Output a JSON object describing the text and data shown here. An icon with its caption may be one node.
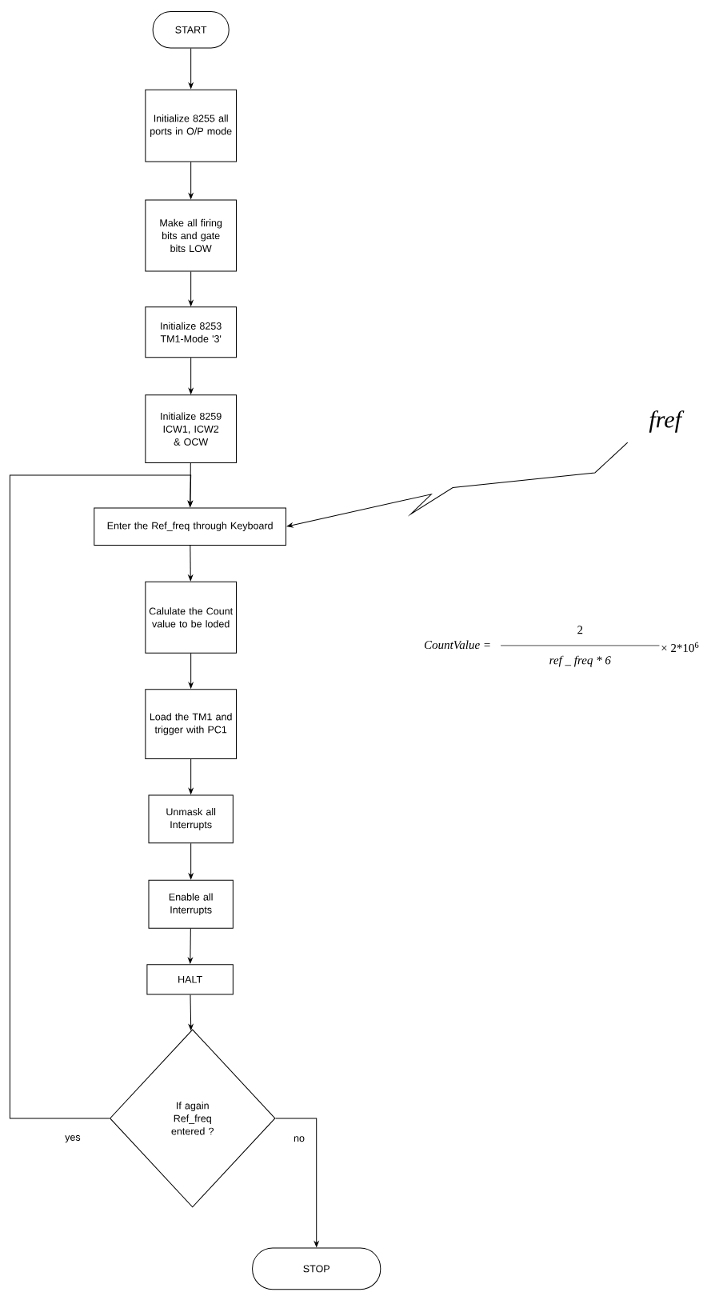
{
  "diagram": {
    "nodes": [
      {
        "text": [
          "START"
        ]
      },
      {
        "text": [
          "Initialize 8255 all ports in O/P mode"
        ]
      },
      {
        "text": [
          "Make all firing bits and gate bits LOW"
        ]
      },
      {
        "text": [
          "Initialize 8253 TM1-Mode '3'"
        ]
      },
      {
        "text": [
          "Initialize 8259 ICW1, ICW2 & OCW"
        ]
      },
      {
        "text": [
          "Enter the Ref_freq through Keyboard"
        ]
      },
      {
        "text": [
          "Calulate the Count value to be loded"
        ]
      },
      {
        "text": [
          "Load the TM1 and trigger with PC1"
        ]
      },
      {
        "text": [
          "Unmask all Interrupts"
        ]
      },
      {
        "text": [
          "Enable all Interrupts"
        ]
      },
      {
        "text": [
          "HALT"
        ]
      },
      {
        "text": [
          "If again Ref_freq entered ?"
        ]
      },
      {
        "text": [
          "STOP"
        ]
      },
      {
        "text": [
          "fref"
        ]
      }
    ],
    "edges": [
      {
        "from": 0,
        "to": 1,
        "arrow": "to"
      },
      {
        "from": 1,
        "to": 2,
        "arrow": "to"
      },
      {
        "from": 2,
        "to": 3,
        "arrow": "to"
      },
      {
        "from": 3,
        "to": 4,
        "arrow": "to"
      },
      {
        "from": 4,
        "to": 5,
        "arrow": "to"
      },
      {
        "from": 5,
        "to": 6,
        "arrow": "to"
      },
      {
        "from": 6,
        "to": 7,
        "arrow": "to"
      },
      {
        "from": 7,
        "to": 8,
        "arrow": "to"
      },
      {
        "from": 8,
        "to": 9,
        "arrow": "to"
      },
      {
        "from": 9,
        "to": 10,
        "arrow": "to"
      },
      {
        "from": 10,
        "to": 11,
        "arrow": "to"
      },
      {
        "from": 11,
        "to": 5,
        "arrow": "to",
        "label": "yes"
      },
      {
        "from": 11,
        "to": 12,
        "arrow": "to",
        "label": "no"
      },
      {
        "from": 13,
        "to": 5,
        "arrow": "to"
      }
    ],
    "labels": [
      "CountValue =",
      "2",
      "ref _ freq * 6",
      "× 2*10$^{6}$"
    ]
  }
}
